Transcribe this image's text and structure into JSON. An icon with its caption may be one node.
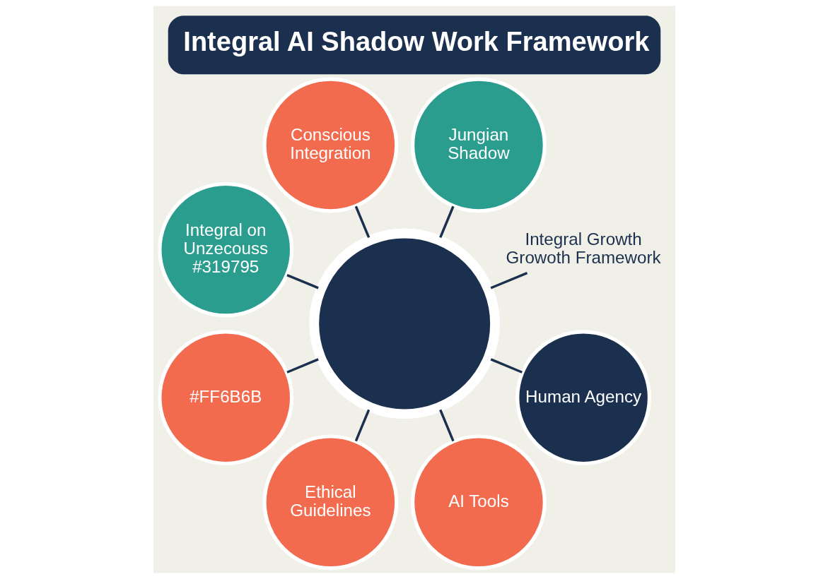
{
  "diagram": {
    "title": "Integral AI Shadow Work Framework",
    "nodes": [
      {
        "text": [],
        "shape": "circle"
      },
      {
        "text": [
          "Integral Growth Growoth Framework"
        ]
      },
      {
        "text": [
          "Jungian Shadow"
        ]
      },
      {
        "text": [
          "Conscious Integration"
        ]
      },
      {
        "text": [
          "Integral on Unzecouss #319795"
        ]
      },
      {
        "text": [
          "#FF6B6B"
        ]
      },
      {
        "text": [
          "Ethical Guidelines"
        ]
      },
      {
        "text": [
          "AI Tools"
        ]
      },
      {
        "text": [
          "Human Agency"
        ]
      }
    ],
    "edges": [
      {
        "from": 0,
        "to": 1,
        "arrow": "none"
      },
      {
        "from": 0,
        "to": 2,
        "arrow": "none"
      },
      {
        "from": 0,
        "to": 3,
        "arrow": "none"
      },
      {
        "from": 0,
        "to": 4,
        "arrow": "none"
      },
      {
        "from": 0,
        "to": 5,
        "arrow": "none"
      },
      {
        "from": 0,
        "to": 6,
        "arrow": "none"
      },
      {
        "from": 0,
        "to": 7,
        "arrow": "none"
      },
      {
        "from": 0,
        "to": 8,
        "arrow": "none"
      }
    ]
  }
}
